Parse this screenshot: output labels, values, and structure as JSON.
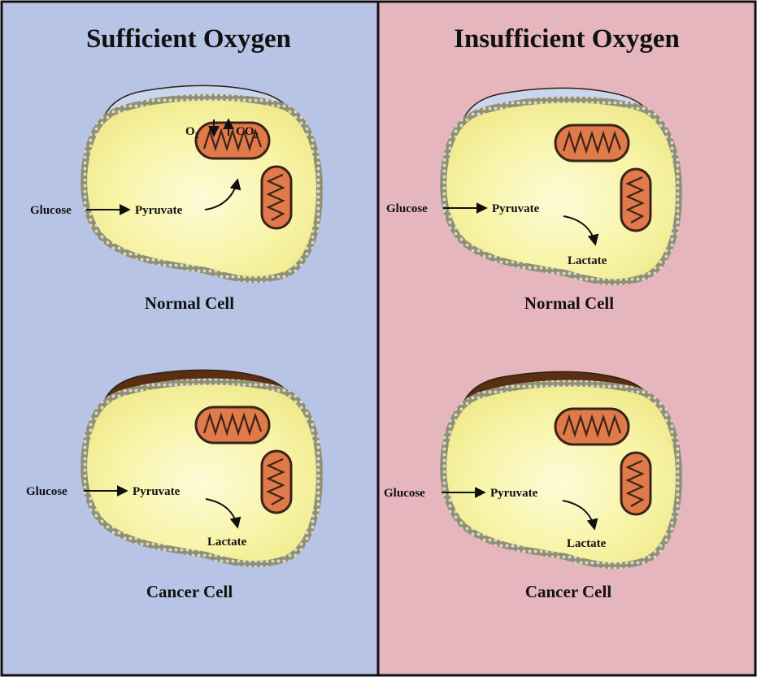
{
  "colors": {
    "sufficient_bg": "#b7c4e6",
    "insufficient_bg": "#e6b6bf",
    "cytoplasm": "#f7f39e",
    "normal_cap": "#c9d6ee",
    "cancer_cap": "#5a2e12",
    "mito_fill": "#e07a4a",
    "membrane": "#8c8c70"
  },
  "panels": {
    "left": {
      "title": "Sufficient Oxygen",
      "normal_cell": {
        "caption": "Normal Cell",
        "glucose": "Glucose",
        "pyruvate": "Pyruvate",
        "o2": "O",
        "o2_sub": "2",
        "co2": "CO",
        "co2_sub": "2"
      },
      "cancer_cell": {
        "caption": "Cancer Cell",
        "glucose": "Glucose",
        "pyruvate": "Pyruvate",
        "lactate": "Lactate"
      }
    },
    "right": {
      "title": "Insufficient Oxygen",
      "normal_cell": {
        "caption": "Normal Cell",
        "glucose": "Glucose",
        "pyruvate": "Pyruvate",
        "lactate": "Lactate"
      },
      "cancer_cell": {
        "caption": "Cancer Cell",
        "glucose": "Glucose",
        "pyruvate": "Pyruvate",
        "lactate": "Lactate"
      }
    }
  }
}
